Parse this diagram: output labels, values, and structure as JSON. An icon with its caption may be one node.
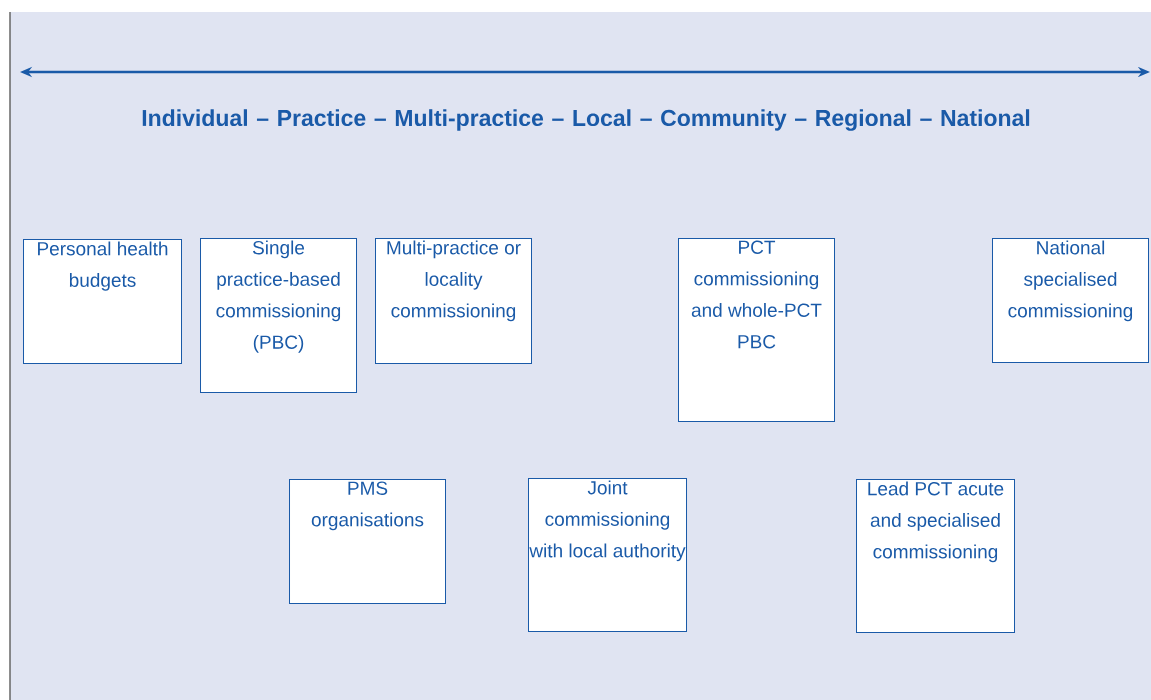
{
  "diagram": {
    "nodes": [
      {
        "text": [
          "Personal health budgets"
        ]
      },
      {
        "text": [
          "Single practice-based commissioning (PBC)"
        ]
      },
      {
        "text": [
          "Multi-practice or locality commissioning"
        ]
      },
      {
        "text": [
          "PCT commissioning and whole-PCT PBC"
        ]
      },
      {
        "text": [
          "National specialised commissioning"
        ]
      },
      {
        "text": [
          "PMS organisations"
        ]
      },
      {
        "text": [
          "Joint commissioning with local authority"
        ]
      },
      {
        "text": [
          "Lead PCT acute and specialised commissioning"
        ]
      }
    ],
    "labels": [
      "Individual – Practice – Multi-practice – Local – Community – Regional – National"
    ]
  }
}
